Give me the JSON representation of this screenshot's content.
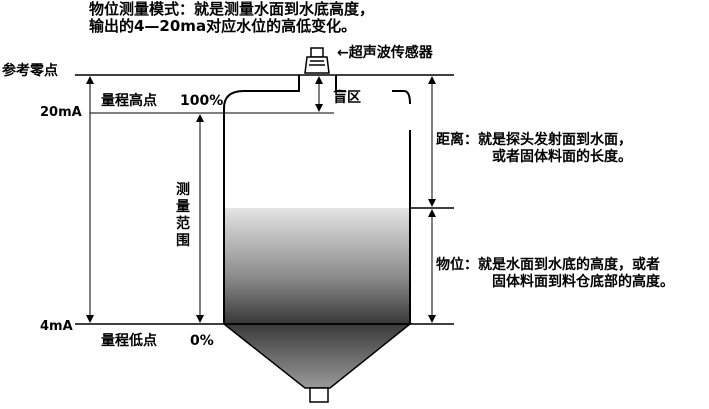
{
  "header": {
    "line1": "物位测量模式：就是测量水面到水底高度，",
    "line2": "输出的4—20ma对应水位的高低变化。"
  },
  "labels": {
    "reference_zero": "参考零点",
    "ma_20": "20mA",
    "range_high": "量程高点",
    "range_high_pct": "100%",
    "ma_4": "4mA",
    "range_low": "量程低点",
    "range_low_pct": "0%",
    "measure_range": "测量范围",
    "sensor": "←超声波传感器",
    "blind_zone": "盲区",
    "distance_line1": "距离：就是探头发射面到水面，",
    "distance_line2": "或者固体料面的长度。",
    "level_line1": "物位：就是水面到水底的高度，或者",
    "level_line2": "固体料面到料仓底部的高度。"
  },
  "colors": {
    "line": "#000000",
    "liquid_top": "#e2e2e2",
    "liquid_bottom": "#3c3c3c"
  }
}
